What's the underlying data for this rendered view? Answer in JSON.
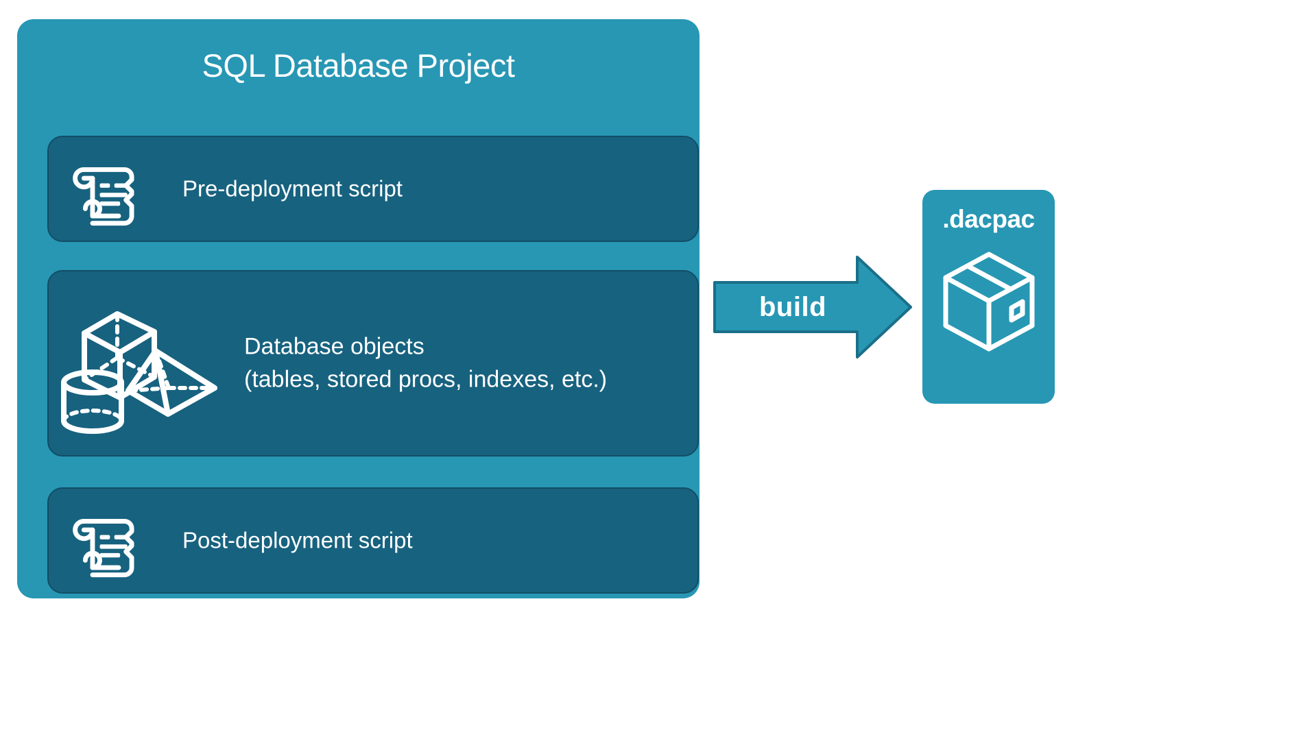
{
  "diagram": {
    "title": "SQL Database Project to .dacpac build flow",
    "background_color": "#ffffff",
    "accent_color": "#2797b4",
    "card_color": "#17627f",
    "card_border_color": "#124e66",
    "text_color": "#ffffff"
  },
  "project_panel": {
    "title": "SQL Database Project",
    "items": [
      {
        "id": "pre-deployment",
        "label": "Pre-deployment script",
        "icon": "scroll-icon"
      },
      {
        "id": "database-objects",
        "label": "Database objects\n(tables, stored procs, indexes, etc.)",
        "icon": "3d-shapes-icon"
      },
      {
        "id": "post-deployment",
        "label": "Post-deployment script",
        "icon": "scroll-icon"
      }
    ]
  },
  "arrow": {
    "label": "build",
    "direction": "right",
    "fill_color": "#2797b4",
    "stroke_color": "#1b6f88"
  },
  "output_panel": {
    "title": ".dacpac",
    "icon": "package-box-icon"
  }
}
